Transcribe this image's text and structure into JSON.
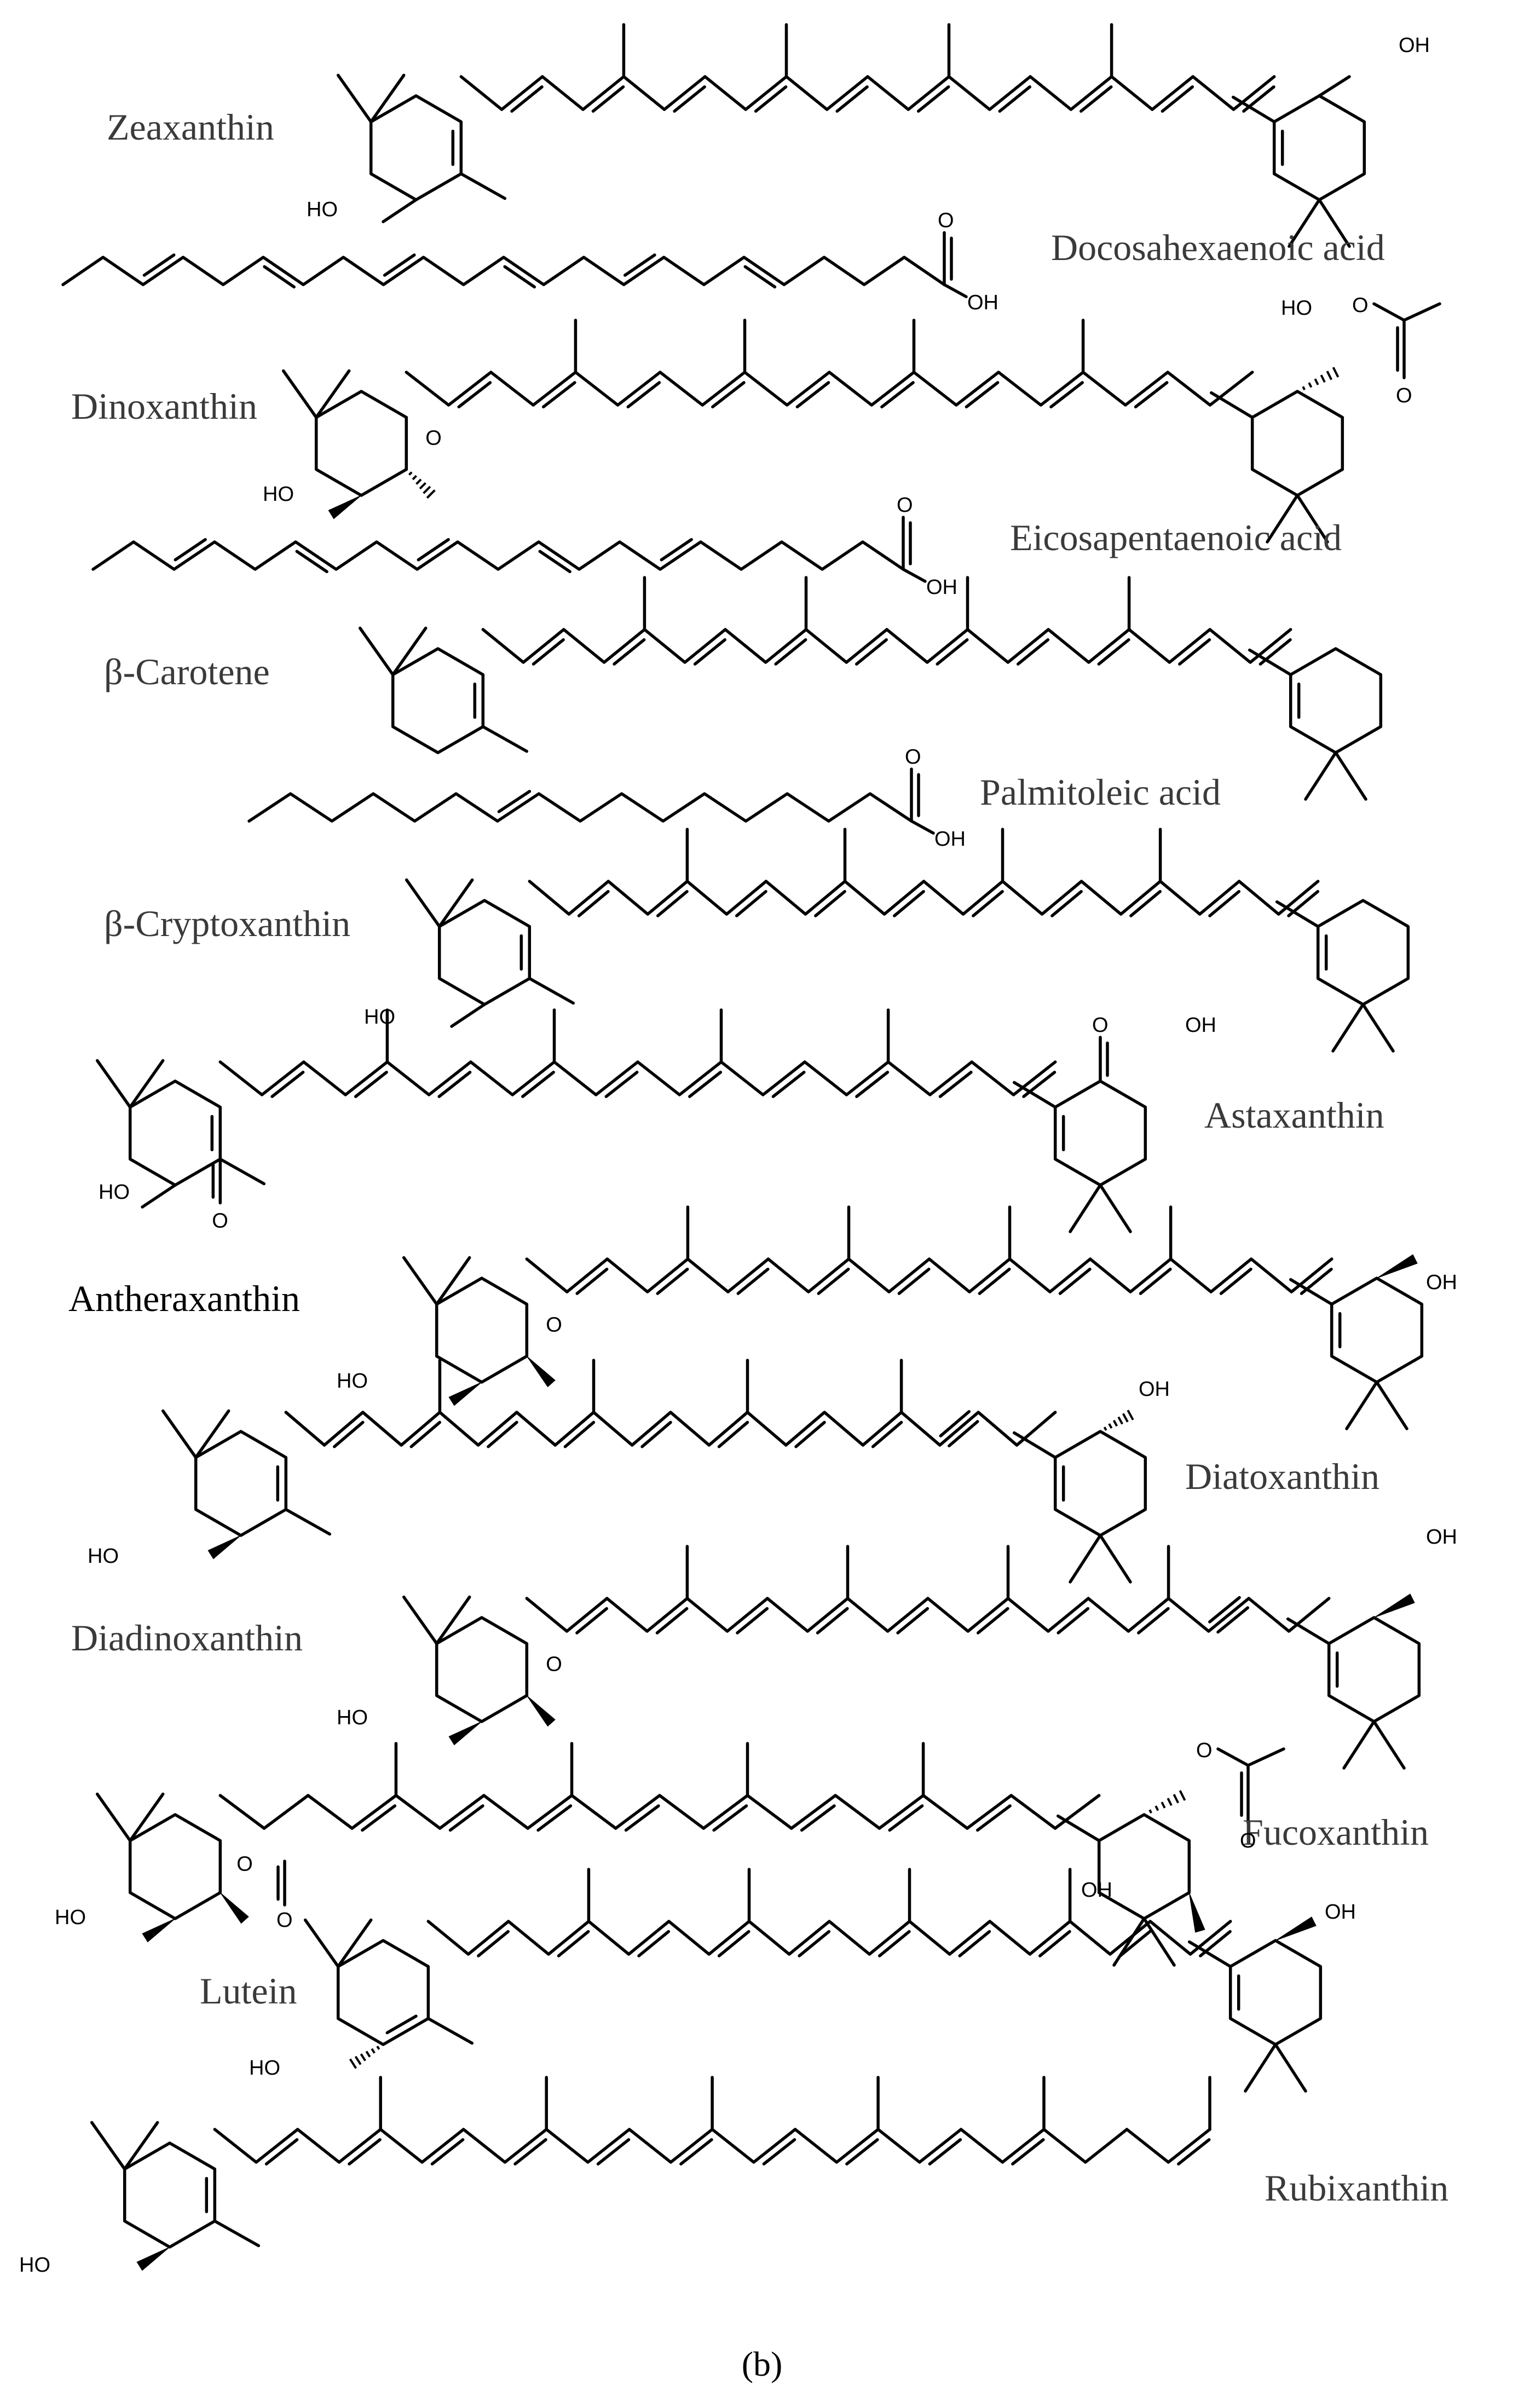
{
  "compounds": [
    {
      "id": "zeaxanthin",
      "name": "Zeaxanthin"
    },
    {
      "id": "dha",
      "name": "Docosahexaenoic acid"
    },
    {
      "id": "dinoxanthin",
      "name": "Dinoxanthin"
    },
    {
      "id": "epa",
      "name": "Eicosapentaenoic acid"
    },
    {
      "id": "b-carotene",
      "name": "β-Carotene"
    },
    {
      "id": "palmitoleic",
      "name": "Palmitoleic acid"
    },
    {
      "id": "b-cryptoxanthin",
      "name": "β-Cryptoxanthin"
    },
    {
      "id": "astaxanthin",
      "name": "Astaxanthin"
    },
    {
      "id": "antheraxanthin",
      "name": "Antheraxanthin"
    },
    {
      "id": "diatoxanthin",
      "name": "Diatoxanthin"
    },
    {
      "id": "diadinoxanthin",
      "name": "Diadinoxanthin"
    },
    {
      "id": "fucoxanthin",
      "name": "Fucoxanthin"
    },
    {
      "id": "lutein",
      "name": "Lutein"
    },
    {
      "id": "rubixanthin",
      "name": "Rubixanthin"
    }
  ],
  "atoms": {
    "oh": "OH",
    "ho": "HO",
    "o": "O"
  },
  "caption": {
    "open": "(",
    "letter": "b",
    "close": ")"
  }
}
